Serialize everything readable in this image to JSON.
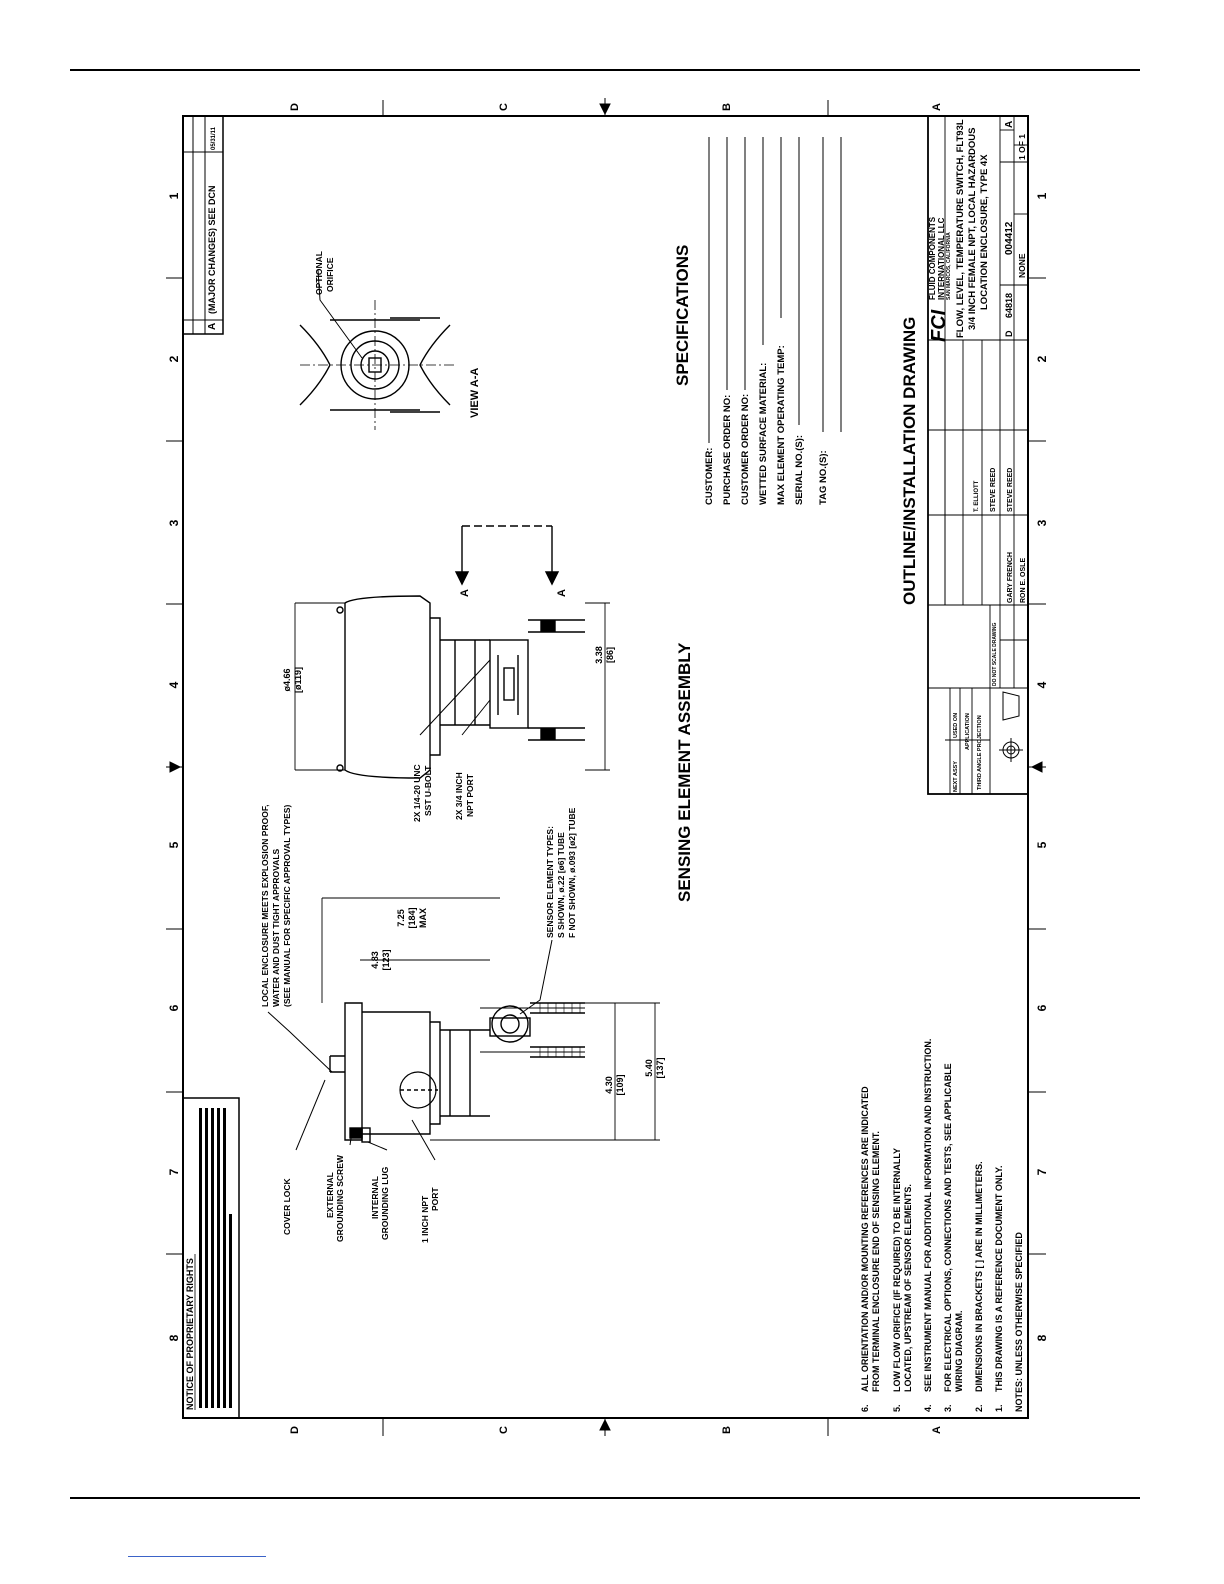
{
  "border": {
    "row_letters": [
      "D",
      "C",
      "B",
      "A"
    ],
    "col_numbers": [
      "8",
      "7",
      "6",
      "5",
      "4",
      "3",
      "2",
      "1"
    ]
  },
  "notice": {
    "title": "NOTICE OF PROPRIETARY RIGHTS"
  },
  "revisions": {
    "rev": "A",
    "description": "(MAJOR CHANGES) SEE DCN",
    "date": "05/31/11"
  },
  "callouts": {
    "cover_lock": "COVER LOCK",
    "external_ground": [
      "EXTERNAL",
      "GROUNDING SCREW"
    ],
    "internal_ground": [
      "INTERNAL",
      "GROUNDING LUG"
    ],
    "npt_port_1in": [
      "1 INCH NPT",
      "PORT"
    ],
    "enclosure_note": [
      "LOCAL ENCLOSURE MEETS EXPLOSION PROOF,",
      "WATER AND DUST TIGHT APPROVALS",
      "(SEE MANUAL FOR SPECIFIC APPROVAL TYPES)"
    ],
    "sensor_types": [
      "SENSOR ELEMENT TYPES:",
      "S SHOWN, ø.22 [ø6] TUBE",
      "F NOT SHOWN, ø.093 [ø2] TUBE"
    ],
    "ubolt": [
      "2X 1/4-20 UNC",
      "SST U-BOLT"
    ],
    "npt_port_34": [
      "2X 3/4 INCH",
      "NPT PORT"
    ],
    "optional_orifice": [
      "OPTIONAL",
      "ORIFICE"
    ],
    "view_aa": "VIEW A-A",
    "section_a": "A"
  },
  "dimensions": {
    "d725": [
      "7.25",
      "[184]",
      "MAX"
    ],
    "d483": [
      "4.83",
      "[123]"
    ],
    "d430": [
      "4.30",
      "[109]"
    ],
    "d540": [
      "5.40",
      "[137]"
    ],
    "d466": [
      "ø4.66",
      "[ø119]"
    ],
    "d338": [
      "3.38",
      "[86]"
    ]
  },
  "headings": {
    "assembly": "SENSING ELEMENT ASSEMBLY",
    "specifications": "SPECIFICATIONS",
    "outline": "OUTLINE/INSTALLATION DRAWING"
  },
  "spec_fields": [
    "CUSTOMER:",
    "PURCHASE ORDER NO:",
    "CUSTOMER ORDER NO:",
    "WETTED SURFACE MATERIAL:",
    "MAX ELEMENT OPERATING TEMP:",
    "SERIAL NO.(S):",
    "TAG NO.(S):"
  ],
  "notes": {
    "header": "NOTES: UNLESS OTHERWISE SPECIFIED",
    "items": [
      [
        "1.",
        "THIS DRAWING IS A REFERENCE DOCUMENT ONLY."
      ],
      [
        "2.",
        "DIMENSIONS IN BRACKETS [ ] ARE IN MILLIMETERS."
      ],
      [
        "3.",
        "FOR ELECTRICAL OPTIONS, CONNECTIONS AND TESTS, SEE APPLICABLE",
        "WIRING DIAGRAM."
      ],
      [
        "4.",
        "SEE INSTRUMENT MANUAL FOR ADDITIONAL INFORMATION AND INSTRUCTION."
      ],
      [
        "5.",
        "LOW FLOW ORIFICE (IF REQUIRED) TO BE INTERNALLY",
        "LOCATED, UPSTREAM OF SENSOR ELEMENTS."
      ],
      [
        "6.",
        "ALL ORIENTATION AND/OR MOUNTING REFERENCES ARE INDICATED",
        "FROM TERMINAL ENCLOSURE END OF SENSING ELEMENT."
      ]
    ]
  },
  "title_block": {
    "company": [
      "FLUID COMPONENTS",
      "INTERNATIONAL LLC",
      "SAN MARCOS, CALIFORNIA"
    ],
    "logo": "FCI",
    "title": [
      "FLOW, LEVEL, TEMPERATURE SWITCH, FLT93L",
      "3/4 INCH FEMALE NPT, LOCAL HAZARDOUS",
      "LOCATION ENCLOSURE, TYPE 4X"
    ],
    "size": "D",
    "cage": "64818",
    "dwg_no": "004412",
    "rev": "A",
    "scale": "NONE",
    "sheet": "1 OF 1",
    "drawn": "GARY FRENCH",
    "checked": "STEVE REED",
    "engineer": "STEVE REED",
    "approved": "T. ELLIOTT",
    "issued": "RON E. OSLE",
    "projection": "THIRD ANGLE PROJECTION",
    "next_assy": "NEXT ASSY",
    "used_on": "USED ON",
    "application": "APPLICATION",
    "dont_scale": "DO NOT SCALE DRAWING"
  }
}
